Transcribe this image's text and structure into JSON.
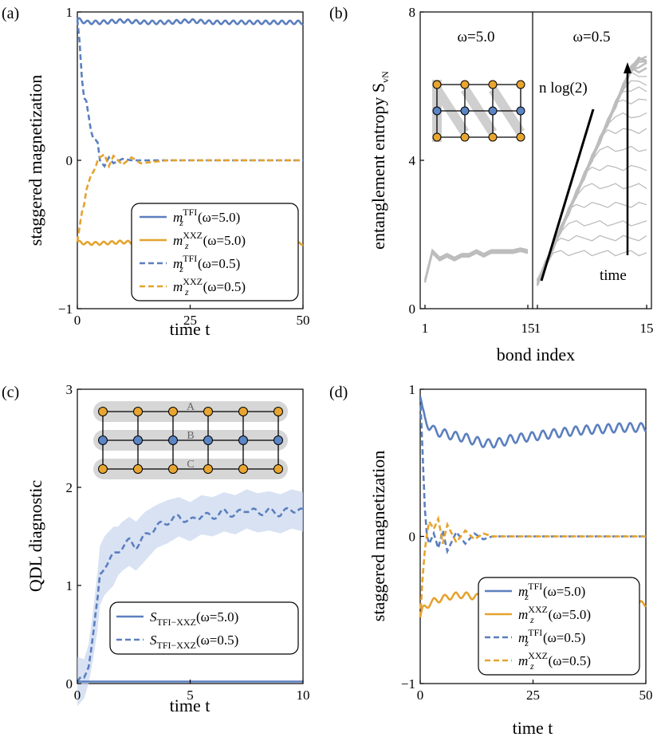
{
  "colors": {
    "blue": "#5b7fbf",
    "orange": "#e5a32e",
    "gray": "#bdbdbd",
    "lattice_blue": "#5b85c4",
    "lattice_orange": "#e8a530",
    "band": "#c8d6ee"
  },
  "panels": {
    "a": "(a)",
    "b": "(b)",
    "c": "(c)",
    "d": "(d)"
  },
  "chart_data": [
    {
      "panel": "a",
      "type": "line",
      "xlabel": "time t",
      "ylabel": "staggered magnetization",
      "xlim": [
        0,
        50
      ],
      "ylim": [
        -1,
        1
      ],
      "xticks": [
        "0",
        "25",
        "50"
      ],
      "yticks": [
        "−1",
        "0",
        "1"
      ],
      "legend": "lower-right",
      "series": [
        {
          "base": "m",
          "sup": "TFI",
          "param": "(ω=5.0)",
          "style": "solid",
          "color": "blue",
          "x": [
            0,
            2,
            5,
            10,
            15,
            20,
            25,
            30,
            35,
            40,
            45,
            50
          ],
          "y": [
            0.95,
            0.93,
            0.93,
            0.94,
            0.93,
            0.93,
            0.94,
            0.93,
            0.93,
            0.93,
            0.93,
            0.93
          ]
        },
        {
          "base": "m",
          "sup": "XXZ",
          "param": "(ω=5.0)",
          "style": "solid",
          "color": "orange",
          "x": [
            0,
            2,
            5,
            10,
            15,
            20,
            25,
            30,
            35,
            40,
            45,
            50
          ],
          "y": [
            -0.55,
            -0.56,
            -0.56,
            -0.55,
            -0.56,
            -0.56,
            -0.55,
            -0.56,
            -0.56,
            -0.56,
            -0.56,
            -0.56
          ]
        },
        {
          "base": "m",
          "sup": "TFI",
          "param": "(ω=0.5)",
          "style": "dashed",
          "color": "blue",
          "x": [
            0,
            0.5,
            1,
            1.5,
            2,
            2.5,
            3,
            3.5,
            4,
            4.5,
            5,
            6,
            7,
            8,
            10,
            12,
            15,
            20,
            25,
            30,
            40,
            50
          ],
          "y": [
            0.95,
            0.8,
            0.55,
            0.42,
            0.4,
            0.3,
            0.2,
            0.15,
            0.14,
            0.12,
            0.0,
            -0.04,
            0.02,
            -0.02,
            0.01,
            0.0,
            0.0,
            0.0,
            0.0,
            0.0,
            0.0,
            0.0
          ]
        },
        {
          "base": "m",
          "sup": "XXZ",
          "param": "(ω=0.5)",
          "style": "dashed",
          "color": "orange",
          "x": [
            0,
            0.5,
            1,
            1.5,
            2,
            2.5,
            3,
            3.5,
            4,
            4.5,
            5,
            6,
            7,
            8,
            10,
            12,
            14,
            20,
            25,
            30,
            40,
            50
          ],
          "y": [
            -0.55,
            -0.45,
            -0.35,
            -0.3,
            -0.2,
            -0.15,
            -0.1,
            -0.08,
            -0.05,
            0.0,
            0.02,
            0.04,
            -0.04,
            0.03,
            -0.03,
            0.02,
            -0.02,
            0.0,
            0.0,
            0.0,
            0.0,
            0.0
          ]
        }
      ]
    },
    {
      "panel": "b",
      "type": "line",
      "xlabel": "bond index",
      "ylabel": "entanglement entropy S",
      "ylabel_sub": "vN",
      "ylim": [
        0,
        8
      ],
      "yticks": [
        "0",
        "4",
        "8"
      ],
      "xticks": [
        "1",
        "15"
      ],
      "subpanels": [
        {
          "title": "ω=5.0",
          "xlim": [
            1,
            15
          ],
          "series": [
            {
              "x": [
                1,
                2,
                3,
                4,
                5,
                6,
                7,
                8,
                9,
                10,
                11,
                12,
                13,
                14,
                15
              ],
              "y": [
                0.7,
                1.5,
                1.3,
                1.4,
                1.3,
                1.4,
                1.4,
                1.5,
                1.4,
                1.5,
                1.5,
                1.5,
                1.5,
                1.55,
                1.5
              ]
            }
          ]
        },
        {
          "title": "ω=0.5",
          "xlim": [
            1,
            15
          ],
          "annotations": [
            "n log(2)",
            "time"
          ],
          "series_saturation": [
            1.5,
            1.9,
            2.3,
            2.8,
            3.3,
            3.8,
            4.3,
            4.8,
            5.2,
            5.6,
            5.9,
            6.1,
            6.3,
            6.45,
            6.55,
            6.62,
            6.68,
            6.72,
            6.75,
            6.78
          ],
          "series_slope": 0.48
        }
      ]
    },
    {
      "panel": "c",
      "type": "line",
      "xlabel": "time t",
      "ylabel": "QDL diagnostic",
      "xlim": [
        0,
        10
      ],
      "ylim": [
        0,
        3
      ],
      "xticks": [
        "0",
        "5",
        "10"
      ],
      "yticks": [
        "0",
        "1",
        "2",
        "3"
      ],
      "legend": "lower-right",
      "lattice_labels": [
        "A",
        "B",
        "C"
      ],
      "series": [
        {
          "base": "S",
          "sub": "TFI−XXZ",
          "param": "(ω=5.0)",
          "style": "solid",
          "color": "blue",
          "x": [
            0,
            2,
            4,
            6,
            8,
            10
          ],
          "y": [
            0.02,
            0.02,
            0.02,
            0.02,
            0.02,
            0.02
          ]
        },
        {
          "base": "S",
          "sub": "TFI−XXZ",
          "param": "(ω=0.5)",
          "style": "dashed",
          "color": "blue",
          "x": [
            0,
            0.3,
            0.5,
            0.7,
            0.9,
            1.0,
            1.2,
            1.4,
            1.6,
            1.8,
            2.0,
            2.3,
            2.6,
            3.0,
            3.5,
            4.0,
            4.5,
            5.0,
            5.5,
            6.0,
            6.5,
            7.0,
            7.5,
            8.0,
            8.5,
            9.0,
            9.5,
            10.0
          ],
          "y": [
            0.02,
            0.05,
            0.2,
            0.5,
            0.85,
            1.1,
            1.2,
            1.25,
            1.3,
            1.35,
            1.4,
            1.45,
            1.4,
            1.5,
            1.6,
            1.65,
            1.7,
            1.65,
            1.72,
            1.7,
            1.75,
            1.72,
            1.78,
            1.74,
            1.76,
            1.73,
            1.78,
            1.75
          ],
          "band": [
            0.25,
            0.2,
            0.2,
            0.25,
            0.3,
            0.3,
            0.3,
            0.3,
            0.3,
            0.25,
            0.25,
            0.25,
            0.25,
            0.25,
            0.22,
            0.22,
            0.2,
            0.2,
            0.2,
            0.2,
            0.2,
            0.2,
            0.2,
            0.2,
            0.2,
            0.2,
            0.2,
            0.2
          ]
        }
      ]
    },
    {
      "panel": "d",
      "type": "line",
      "xlabel": "time t",
      "ylabel": "staggered magnetization",
      "xlim": [
        0,
        50
      ],
      "ylim": [
        -1,
        1
      ],
      "xticks": [
        "0",
        "25",
        "50"
      ],
      "yticks": [
        "−1",
        "0",
        "1"
      ],
      "legend": "lower-right",
      "series": [
        {
          "base": "m",
          "sup": "TFI",
          "param": "(ω=5.0)",
          "style": "solid",
          "color": "blue",
          "x": [
            0,
            0.5,
            1,
            2,
            3,
            5,
            8,
            10,
            12,
            15,
            18,
            20,
            25,
            30,
            35,
            40,
            45,
            50
          ],
          "y": [
            0.95,
            0.85,
            0.8,
            0.75,
            0.72,
            0.7,
            0.68,
            0.67,
            0.65,
            0.63,
            0.64,
            0.66,
            0.68,
            0.7,
            0.72,
            0.73,
            0.74,
            0.74
          ]
        },
        {
          "base": "m",
          "sup": "XXZ",
          "param": "(ω=5.0)",
          "style": "solid",
          "color": "orange",
          "x": [
            0,
            0.5,
            1,
            2,
            3,
            5,
            8,
            10,
            12,
            15,
            20,
            25,
            30,
            35,
            40,
            45,
            50
          ],
          "y": [
            -0.55,
            -0.5,
            -0.48,
            -0.46,
            -0.44,
            -0.42,
            -0.4,
            -0.4,
            -0.41,
            -0.41,
            -0.42,
            -0.43,
            -0.44,
            -0.45,
            -0.45,
            -0.46,
            -0.46
          ]
        },
        {
          "base": "m",
          "sup": "TFI",
          "param": "(ω=0.5)",
          "style": "dashed",
          "color": "blue",
          "x": [
            0,
            0.5,
            1,
            1.5,
            2,
            3,
            4,
            5,
            6,
            8,
            10,
            12,
            14,
            16,
            20,
            25,
            30,
            40,
            50
          ],
          "y": [
            0.95,
            0.6,
            0.2,
            0.0,
            -0.05,
            0.02,
            -0.08,
            0.04,
            -0.1,
            0.03,
            -0.05,
            0.02,
            -0.02,
            0.0,
            0.0,
            0.0,
            0.0,
            0.0,
            0.0
          ]
        },
        {
          "base": "m",
          "sup": "XXZ",
          "param": "(ω=0.5)",
          "style": "dashed",
          "color": "orange",
          "x": [
            0,
            0.5,
            1,
            1.5,
            2,
            3,
            4,
            5,
            6,
            8,
            10,
            12,
            14,
            16,
            20,
            25,
            30,
            40,
            50
          ],
          "y": [
            -0.55,
            -0.3,
            -0.1,
            0.02,
            0.1,
            0.05,
            0.12,
            -0.05,
            0.08,
            -0.04,
            0.04,
            -0.02,
            0.02,
            0.0,
            0.0,
            0.0,
            0.0,
            0.0,
            0.0
          ]
        }
      ]
    }
  ]
}
